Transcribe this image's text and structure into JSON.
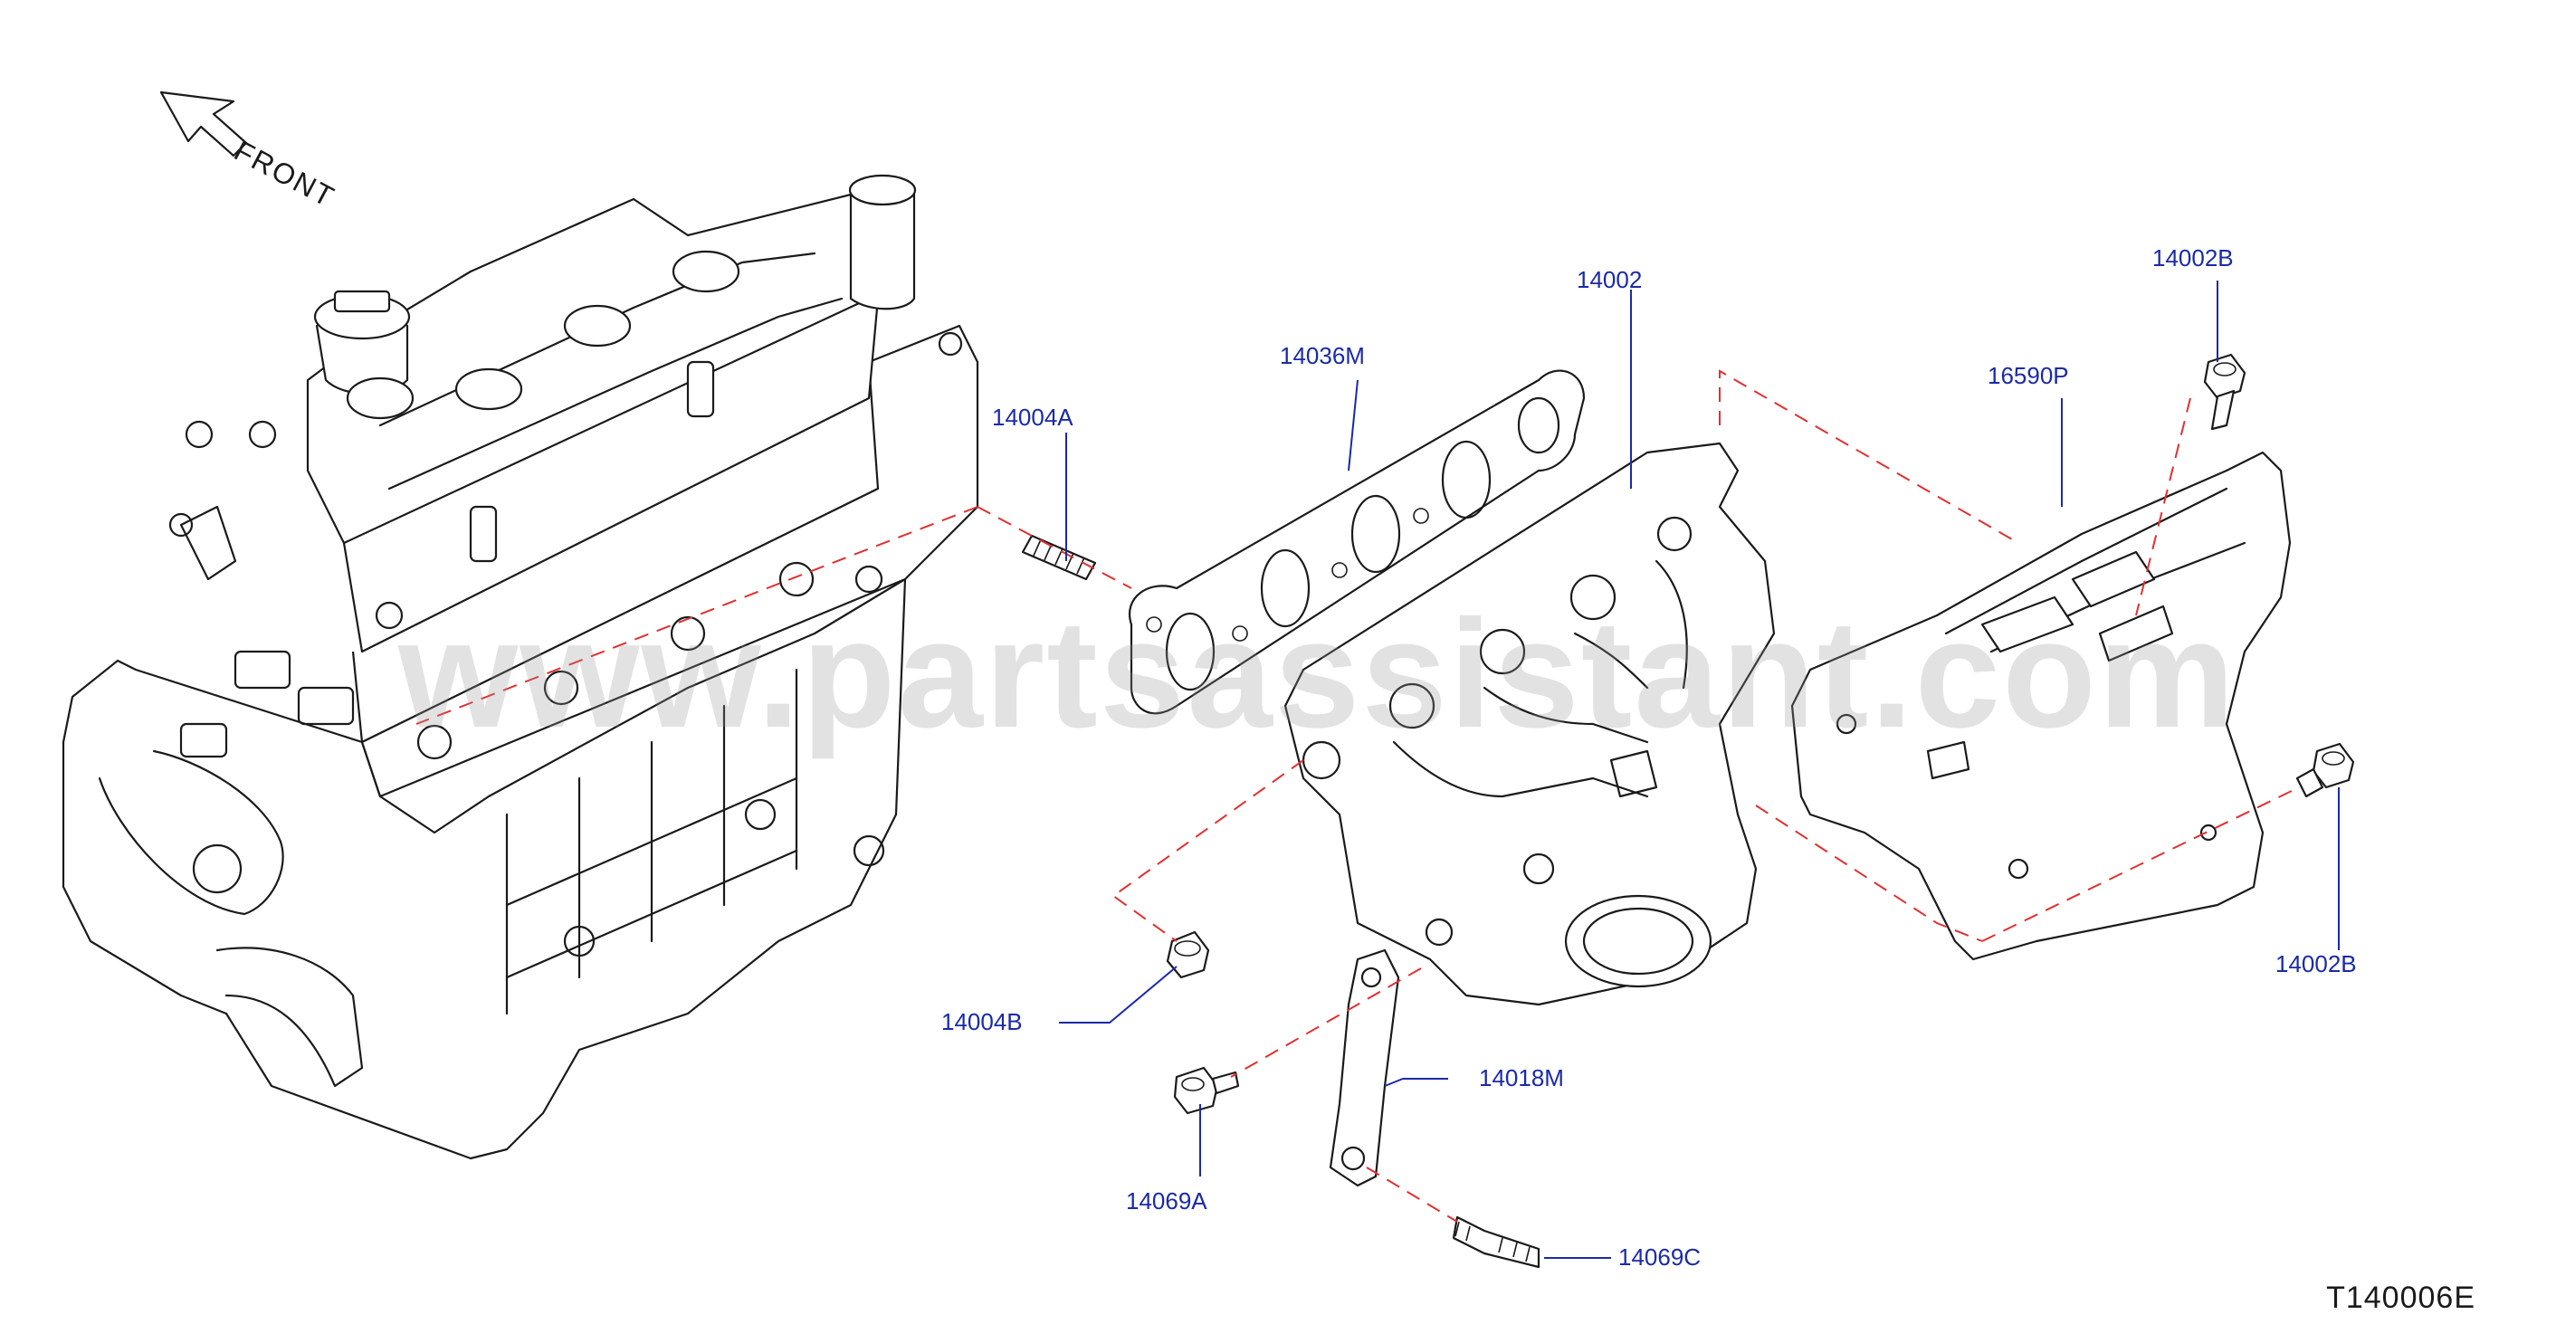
{
  "orientation": {
    "label": "FRONT",
    "icon": "front-arrow-icon"
  },
  "watermark": "www.partsassistant.com",
  "diagram_code": "T140006E",
  "callouts": [
    {
      "id": "14002",
      "label": "14002"
    },
    {
      "id": "14002B-top",
      "label": "14002B"
    },
    {
      "id": "14036M",
      "label": "14036M"
    },
    {
      "id": "16590P",
      "label": "16590P"
    },
    {
      "id": "14004A",
      "label": "14004A"
    },
    {
      "id": "14004B",
      "label": "14004B"
    },
    {
      "id": "14002B-right",
      "label": "14002B"
    },
    {
      "id": "14018M",
      "label": "14018M"
    },
    {
      "id": "14069A",
      "label": "14069A"
    },
    {
      "id": "14069C",
      "label": "14069C"
    }
  ],
  "colors": {
    "callout": "#1a2aa8",
    "dashed_line": "#e03030",
    "line_art": "#1a1a1a"
  }
}
